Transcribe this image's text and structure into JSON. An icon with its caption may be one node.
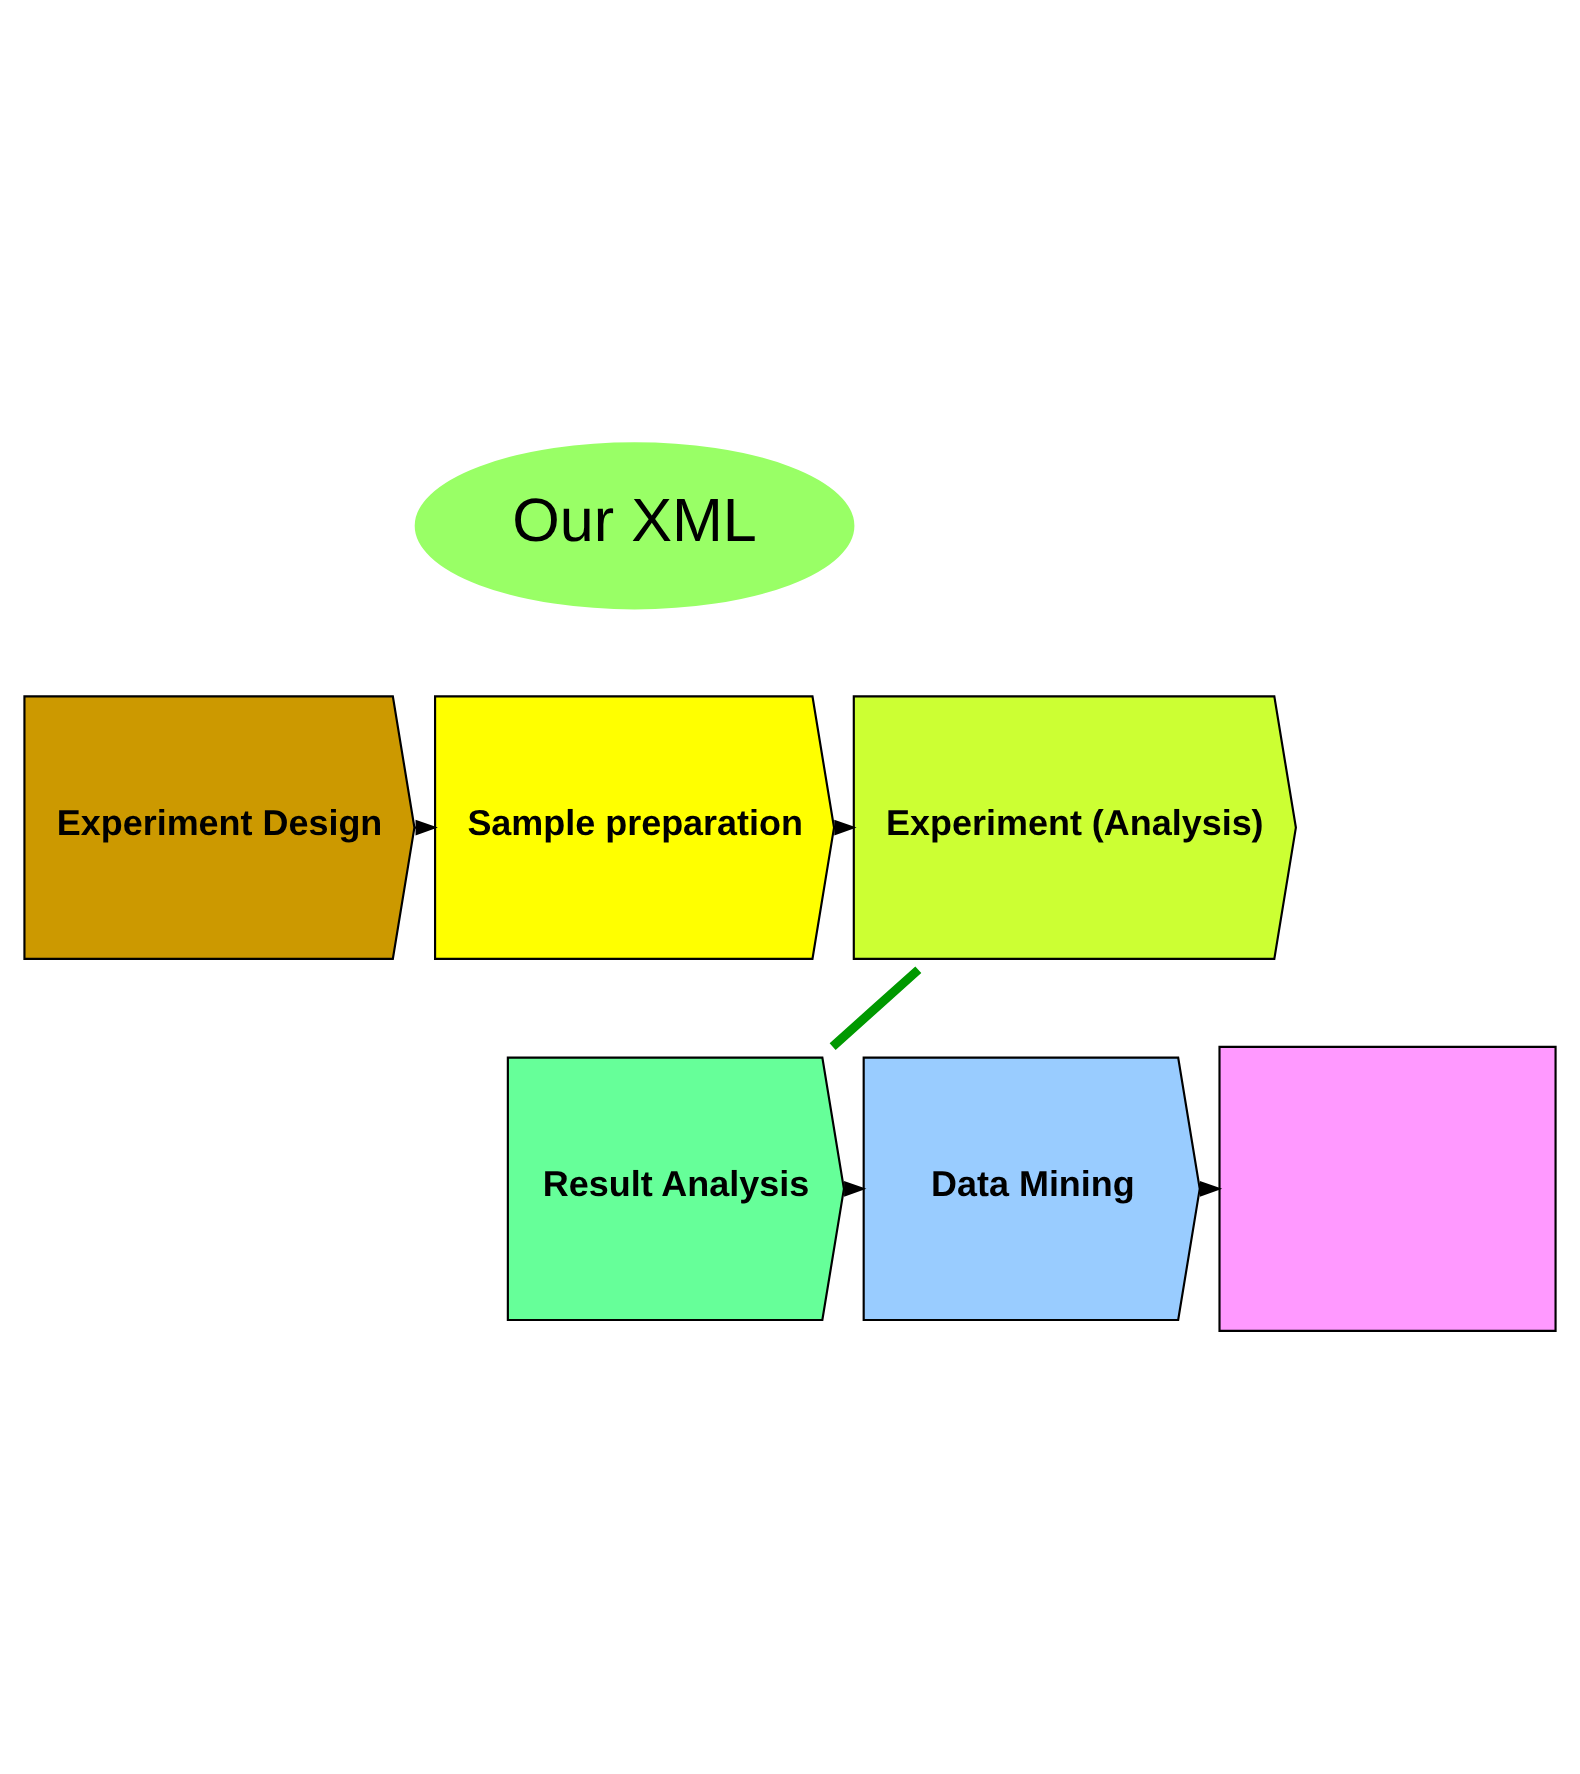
{
  "diagram": {
    "nodes": [
      {
        "text": [
          "Experiment Design"
        ]
      },
      {
        "text": [
          "Sample preparation"
        ]
      },
      {
        "text": [
          "Experiment (Analysis)"
        ]
      },
      {
        "text": [
          "Result Analysis"
        ]
      },
      {
        "text": [
          "Data Mining"
        ]
      },
      {
        "text": [],
        "shape": "box"
      },
      {
        "text": [
          "Our XML"
        ]
      }
    ],
    "edges": [
      {
        "from": 0,
        "to": 1,
        "arrow": "to"
      },
      {
        "from": 1,
        "to": 2,
        "arrow": "to"
      },
      {
        "from": 2,
        "to": 3,
        "arrow": "none",
        "style": "thick",
        "color": "#009900"
      },
      {
        "from": 3,
        "to": 4,
        "arrow": "to"
      },
      {
        "from": 4,
        "to": 5,
        "arrow": "to"
      }
    ]
  }
}
